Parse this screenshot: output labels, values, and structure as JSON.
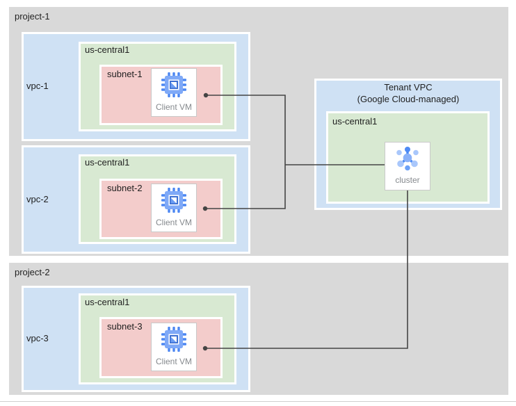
{
  "colors": {
    "project_bg": "#d9d9d9",
    "vpc_bg": "#cfe1f4",
    "region_bg": "#d8e9d2",
    "subnet_bg": "#f3cccb",
    "card_bg": "#ffffff",
    "connector_line": "#444444",
    "icon_blue_dark": "#4285f4",
    "icon_blue_mid": "#7fa9f7",
    "icon_blue_light": "#a9c7fb",
    "label_dark": "#1f1f1f",
    "label_muted": "#85898d"
  },
  "projects": [
    {
      "label": "project-1",
      "vpcs": [
        {
          "label": "vpc-1",
          "region": {
            "label": "us-central1",
            "subnet": {
              "label": "subnet-1",
              "vm_label": "Client VM"
            }
          }
        },
        {
          "label": "vpc-2",
          "region": {
            "label": "us-central1",
            "subnet": {
              "label": "subnet-2",
              "vm_label": "Client VM"
            }
          }
        }
      ]
    },
    {
      "label": "project-2",
      "vpcs": [
        {
          "label": "vpc-3",
          "region": {
            "label": "us-central1",
            "subnet": {
              "label": "subnet-3",
              "vm_label": "Client VM"
            }
          }
        }
      ]
    }
  ],
  "tenant_vpc": {
    "title_line1": "Tenant VPC",
    "title_line2": "(Google Cloud-managed)",
    "region": {
      "label": "us-central1"
    },
    "cluster_label": "cluster"
  },
  "icons": {
    "vm_icon": "compute-engine-chip",
    "cluster_icon": "dataproc-cluster-nodes"
  }
}
